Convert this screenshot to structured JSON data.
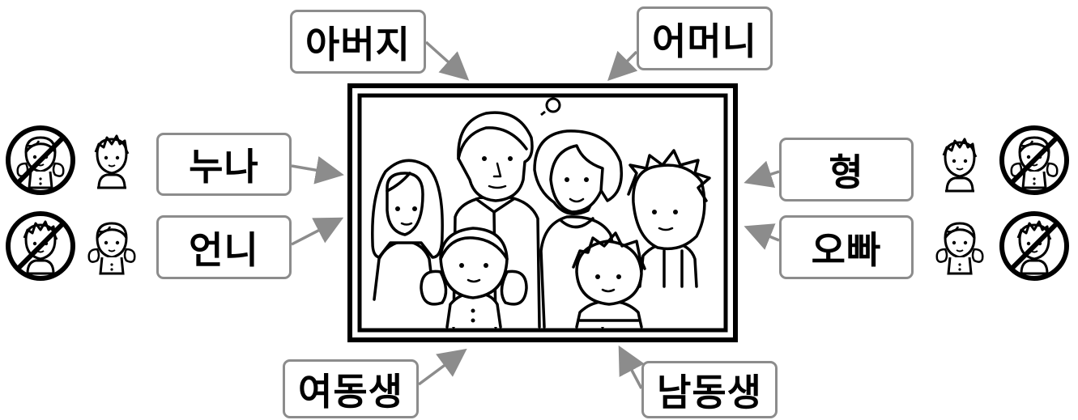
{
  "labels": {
    "father": "아버지",
    "mother": "어머니",
    "older_sister_of_male": "누나",
    "older_sister_of_female": "언니",
    "older_brother_of_male": "형",
    "older_brother_of_female": "오빠",
    "younger_sister": "여동생",
    "younger_brother": "남동생"
  },
  "icons": {
    "left_top": [
      "girl-prohibited-icon",
      "boy-icon"
    ],
    "left_bottom": [
      "boy-prohibited-icon",
      "girl-icon"
    ],
    "right_top": [
      "boy-icon",
      "girl-prohibited-icon"
    ],
    "right_bottom": [
      "girl-icon",
      "boy-prohibited-icon"
    ]
  },
  "colors": {
    "box_border": "#8c8c8c",
    "arrow": "#8c8c8c",
    "line_art": "#000000"
  }
}
